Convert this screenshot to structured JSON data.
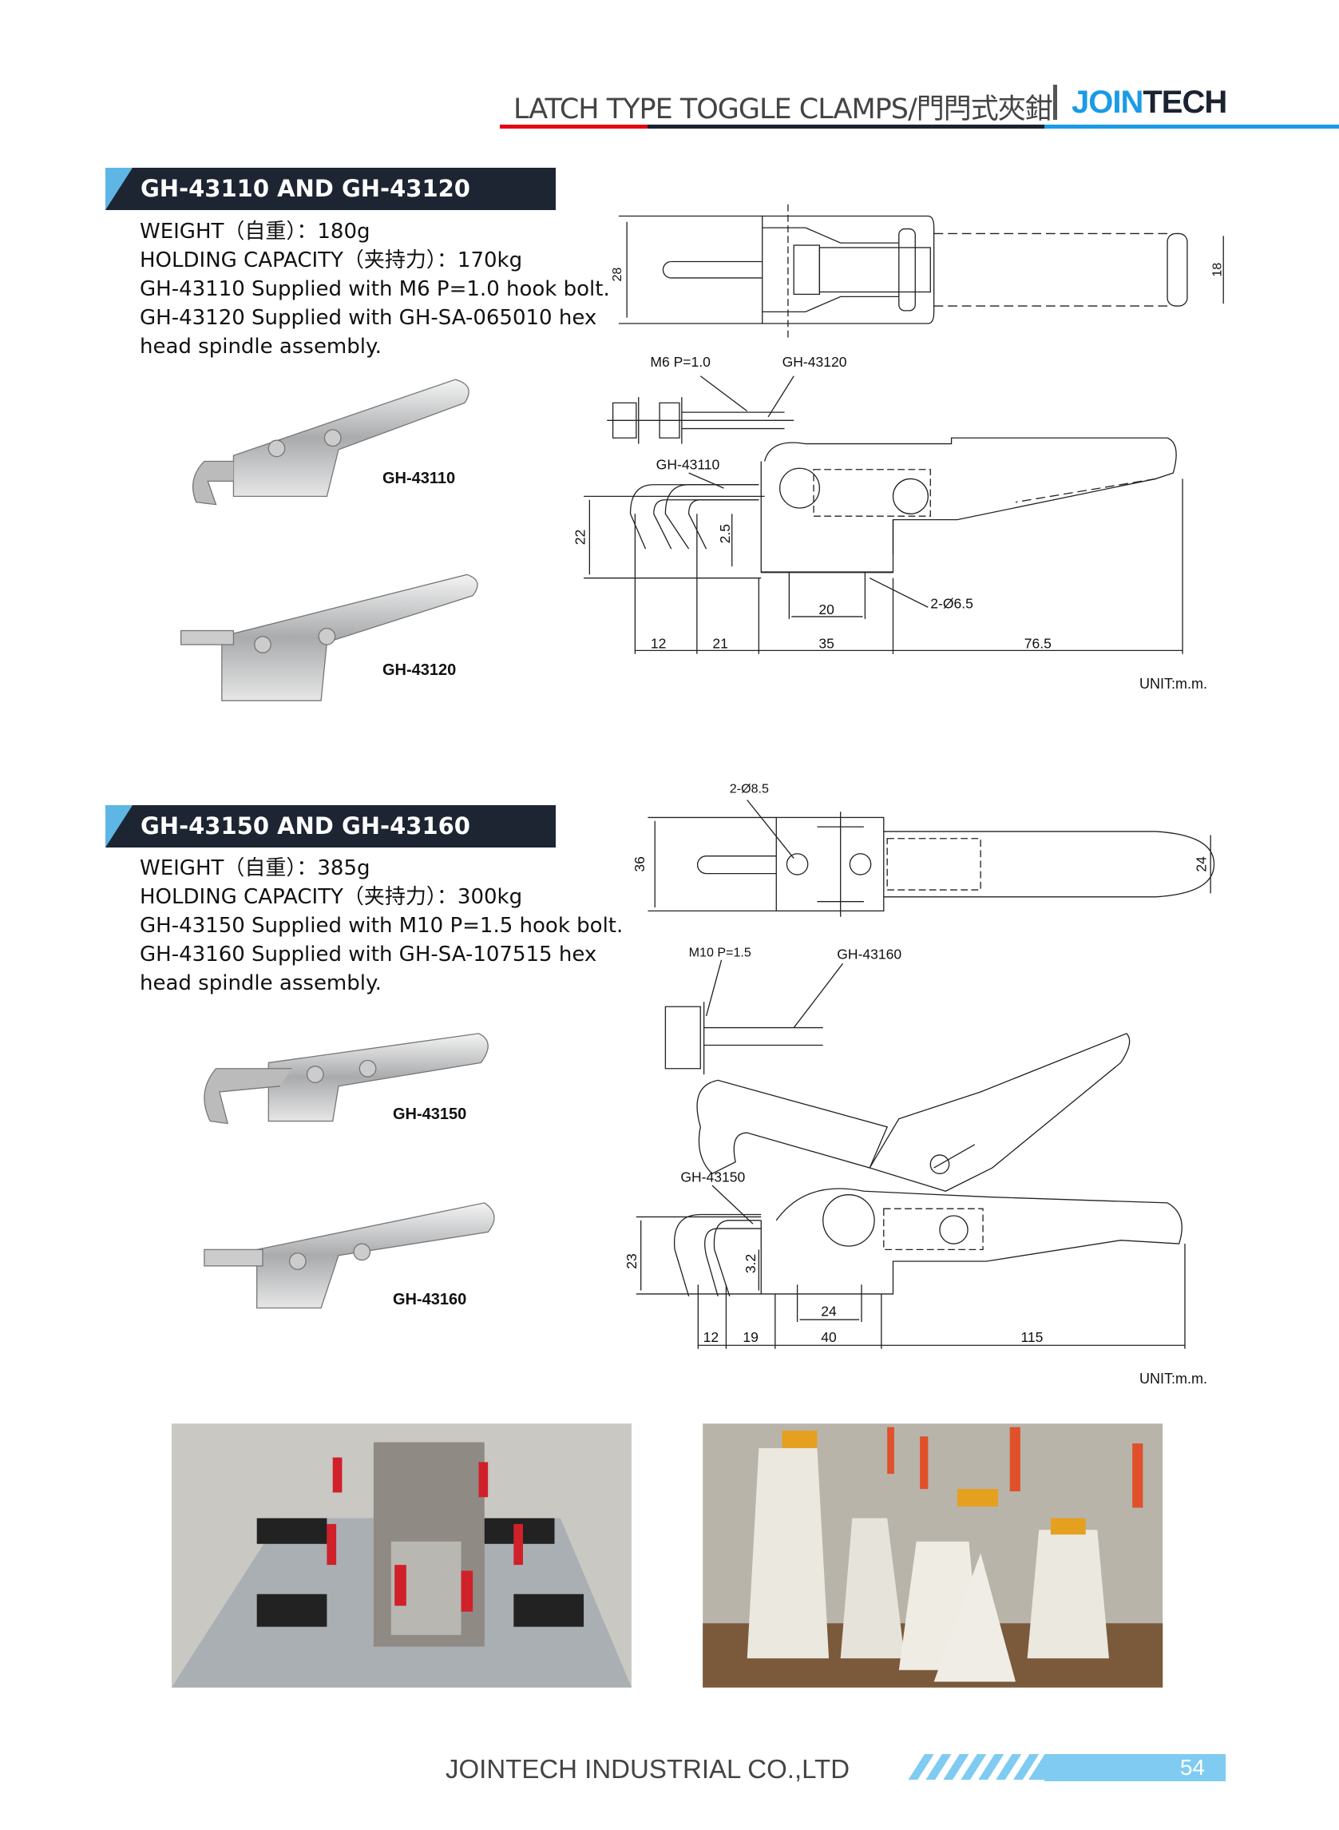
{
  "header": {
    "title": "LATCH TYPE TOGGLE CLAMPS/門閂式夾鉗",
    "brand_part1": "JOIN",
    "brand_part2": "TECH",
    "colors": {
      "red": "#e30613",
      "dark": "#1b2230",
      "blue": "#1a9be6"
    }
  },
  "sections": [
    {
      "title": "GH-43110 AND GH-43120",
      "specs": [
        "WEIGHT（自重）：180g",
        "HOLDING CAPACITY（夹持力）：170kg",
        "GH-43110 Supplied with M6 P=1.0 hook bolt.",
        "GH-43120 Supplied with GH-SA-065010 hex",
        "head spindle assembly."
      ],
      "products": [
        "GH-43110",
        "GH-43120"
      ],
      "drawing": {
        "labels": {
          "bolt": "M6 P=1.0",
          "spindle": "GH-43120",
          "hook": "GH-43110",
          "holes": "2-Ø6.5"
        },
        "dims": {
          "height_top": "28",
          "width_handle": "18",
          "height_side": "22",
          "offset": "2.5",
          "hole_pitch": "20",
          "d1": "12",
          "d2": "21",
          "d3": "35",
          "d4": "76.5"
        },
        "unit": "UNIT:m.m."
      }
    },
    {
      "title": "GH-43150 AND GH-43160",
      "specs": [
        "WEIGHT（自重）：385g",
        "HOLDING CAPACITY（夹持力）：300kg",
        "GH-43150 Supplied with M10 P=1.5 hook bolt.",
        "GH-43160 Supplied with GH-SA-107515 hex",
        "head spindle assembly."
      ],
      "products": [
        "GH-43150",
        "GH-43160"
      ],
      "drawing": {
        "labels": {
          "bolt": "M10 P=1.5",
          "spindle": "GH-43160",
          "hook": "GH-43150",
          "holes": "2-Ø8.5"
        },
        "dims": {
          "height_top": "36",
          "width_handle": "24",
          "height_side": "23",
          "offset": "3.2",
          "hole_pitch": "24",
          "d1": "12",
          "d2": "19",
          "d3": "40",
          "d4": "115"
        },
        "unit": "UNIT:m.m."
      }
    }
  ],
  "footer": {
    "company": "JOINTECH INDUSTRIAL CO.,LTD",
    "page": "54",
    "color": "#7fcbf1"
  }
}
